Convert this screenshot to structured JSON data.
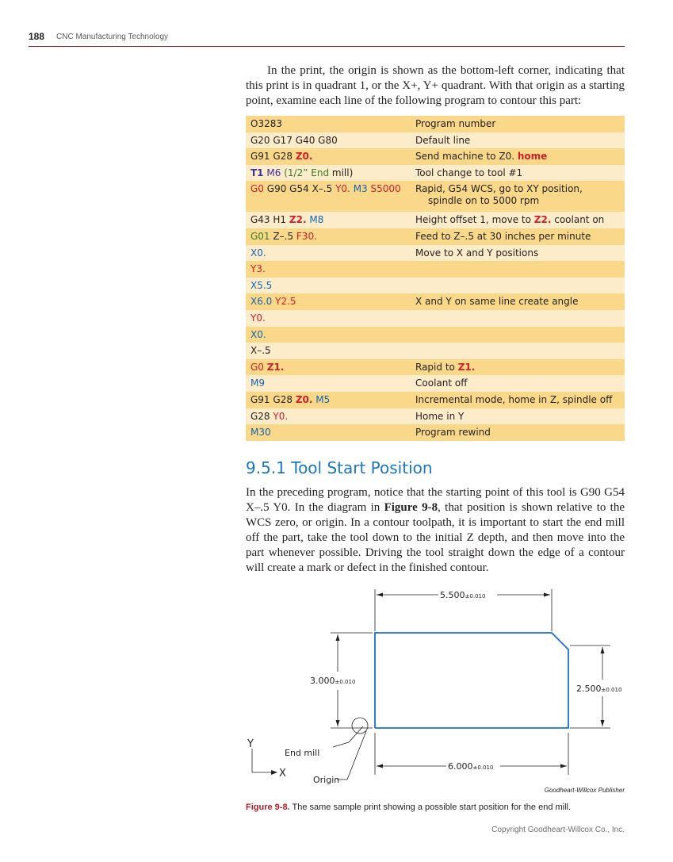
{
  "header": {
    "page_number": "188",
    "running_title": "CNC Manufacturing Technology"
  },
  "intro": "In the print, the origin is shown as the bottom-left corner, indicating that this print is in quadrant 1, or the X+, Y+ quadrant. With that origin as a starting point, examine each line of the following program to contour this part:",
  "program": [
    {
      "code": "O3283",
      "desc": "Program number"
    },
    {
      "code": "G20 G17 G40 G80",
      "desc": "Default line"
    },
    {
      "code": "G91 G28 Z0.",
      "desc": "Send machine to Z0. home"
    },
    {
      "code": "T1 M6 (1/2” End mill)",
      "desc": "Tool change to tool #1"
    },
    {
      "code": "G0 G90 G54 X–.5 Y0. M3 S5000",
      "desc": "Rapid, G54 WCS, go to XY position,",
      "desc2": "spindle on to 5000 rpm"
    },
    {
      "code": "G43 H1 Z2. M8",
      "desc": "Height offset 1, move to Z2. coolant on"
    },
    {
      "code": "G01 Z–.5 F30.",
      "desc": "Feed to Z–.5 at 30 inches per minute"
    },
    {
      "code": "X0.",
      "desc": "Move to X and Y positions"
    },
    {
      "code": "Y3.",
      "desc": ""
    },
    {
      "code": "X5.5",
      "desc": ""
    },
    {
      "code": "X6.0 Y2.5",
      "desc": "X and Y on same line create angle"
    },
    {
      "code": "Y0.",
      "desc": ""
    },
    {
      "code": "X0.",
      "desc": ""
    },
    {
      "code": "X–.5",
      "desc": ""
    },
    {
      "code": "G0 Z1.",
      "desc": "Rapid to Z1."
    },
    {
      "code": "M9",
      "desc": "Coolant off"
    },
    {
      "code": "G91 G28 Z0. M5",
      "desc": "Incremental mode, home in Z, spindle off"
    },
    {
      "code": "G28 Y0.",
      "desc": "Home in Y"
    },
    {
      "code": "M30",
      "desc": "Program rewind"
    }
  ],
  "section": {
    "title": "9.5.1 Tool Start Position"
  },
  "body": {
    "part1": "In the preceding program, notice that the starting point of this tool is G90 G54 X–.5 Y0. In the diagram in ",
    "figref": "Figure 9-8",
    "part2": ", that position is shown relative to the WCS zero, or origin. In a contour toolpath, it is important to start the end mill off the part, take the tool down to the initial Z depth, and then move into the part whenever possible. Driving the tool straight down the edge of a contour will create a mark or defect in the finished contour."
  },
  "figure": {
    "dim_top": "5.500",
    "dim_bottom": "6.000",
    "dim_left": "3.000",
    "dim_right": "2.500",
    "tolerance": "±0.010",
    "end_mill": "End mill",
    "origin": "Origin",
    "axis_x": "X",
    "axis_y": "Y",
    "credit": "Goodheart-Willcox Publisher",
    "caption_label": "Figure 9-8.",
    "caption_text": " The same sample print showing a possible start position for the end mill."
  },
  "footer": {
    "copyright": "Copyright Goodheart-Willcox Co., Inc."
  },
  "colors": {
    "accent_red": "#ce1f2a",
    "accent_blue": "#1464b4",
    "heading_blue": "#1a77bb",
    "table_dark": "#f9d889",
    "table_light": "#fcecc9"
  }
}
